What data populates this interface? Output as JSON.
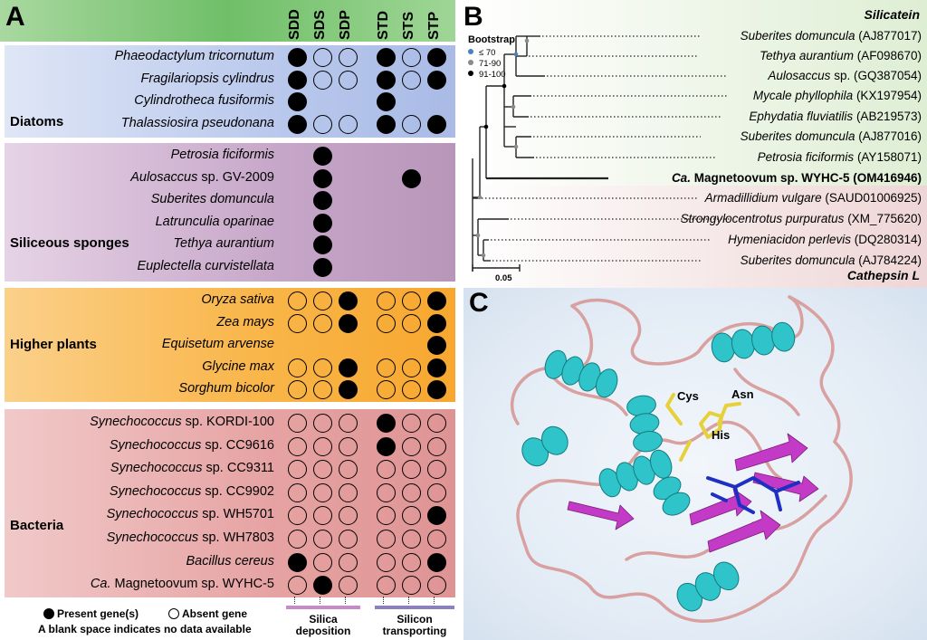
{
  "panelA": {
    "letter": "A",
    "columns": [
      "SDD",
      "SDS",
      "SDP",
      "STD",
      "STS",
      "STP"
    ],
    "groups": [
      {
        "id": "diatoms",
        "label": "Diatoms",
        "rows": [
          {
            "genus": "Phaeodactylum tricornutum",
            "suffix": "",
            "cells": [
              "P",
              "A",
              "A",
              "P",
              "A",
              "P"
            ]
          },
          {
            "genus": "Fragilariopsis cylindrus",
            "suffix": "",
            "cells": [
              "P",
              "A",
              "A",
              "P",
              "A",
              "P"
            ]
          },
          {
            "genus": "Cylindrotheca fusiformis",
            "suffix": "",
            "cells": [
              "P",
              "",
              "",
              "P",
              "",
              ""
            ]
          },
          {
            "genus": "Thalassiosira pseudonana",
            "suffix": "",
            "cells": [
              "P",
              "A",
              "A",
              "P",
              "A",
              "P"
            ]
          }
        ]
      },
      {
        "id": "sponges",
        "label": "Siliceous sponges",
        "rows": [
          {
            "genus": "Petrosia ficiformis",
            "suffix": "",
            "cells": [
              "",
              "P",
              "",
              "",
              "",
              ""
            ]
          },
          {
            "genus": "Aulosaccus",
            "suffix": " sp. GV-2009",
            "cells": [
              "",
              "P",
              "",
              "",
              "P",
              ""
            ]
          },
          {
            "genus": "Suberites domuncula",
            "suffix": "",
            "cells": [
              "",
              "P",
              "",
              "",
              "",
              ""
            ]
          },
          {
            "genus": "Latrunculia oparinae",
            "suffix": "",
            "cells": [
              "",
              "P",
              "",
              "",
              "",
              ""
            ]
          },
          {
            "genus": "Tethya aurantium",
            "suffix": "",
            "cells": [
              "",
              "P",
              "",
              "",
              "",
              ""
            ]
          },
          {
            "genus": "Euplectella curvistellata",
            "suffix": "",
            "cells": [
              "",
              "P",
              "",
              "",
              "",
              ""
            ]
          }
        ]
      },
      {
        "id": "plants",
        "label": "Higher plants",
        "rows": [
          {
            "genus": "Oryza sativa",
            "suffix": "",
            "cells": [
              "A",
              "A",
              "P",
              "A",
              "A",
              "P"
            ]
          },
          {
            "genus": "Zea mays",
            "suffix": "",
            "cells": [
              "A",
              "A",
              "P",
              "A",
              "A",
              "P"
            ]
          },
          {
            "genus": "Equisetum arvense",
            "suffix": "",
            "cells": [
              "",
              "",
              "",
              "",
              "",
              "P"
            ]
          },
          {
            "genus": "Glycine max",
            "suffix": "",
            "cells": [
              "A",
              "A",
              "P",
              "A",
              "A",
              "P"
            ]
          },
          {
            "genus": "Sorghum bicolor",
            "suffix": "",
            "cells": [
              "A",
              "A",
              "P",
              "A",
              "A",
              "P"
            ]
          }
        ]
      },
      {
        "id": "bacteria",
        "label": "Bacteria",
        "rows": [
          {
            "genus": "Synechococcus",
            "suffix": " sp. KORDI-100",
            "cells": [
              "A",
              "A",
              "A",
              "P",
              "A",
              "A"
            ]
          },
          {
            "genus": "Synechococcus",
            "suffix": " sp. CC9616",
            "cells": [
              "A",
              "A",
              "A",
              "P",
              "A",
              "A"
            ]
          },
          {
            "genus": "Synechococcus",
            "suffix": " sp. CC9311",
            "cells": [
              "A",
              "A",
              "A",
              "A",
              "A",
              "A"
            ]
          },
          {
            "genus": "Synechococcus",
            "suffix": " sp. CC9902",
            "cells": [
              "A",
              "A",
              "A",
              "A",
              "A",
              "A"
            ]
          },
          {
            "genus": "Synechococcus",
            "suffix": " sp. WH5701",
            "cells": [
              "A",
              "A",
              "A",
              "A",
              "A",
              "P"
            ]
          },
          {
            "genus": "Synechococcus",
            "suffix": " sp. WH7803",
            "cells": [
              "A",
              "A",
              "A",
              "A",
              "A",
              "A"
            ]
          },
          {
            "genus": "Bacillus cereus",
            "suffix": "",
            "cells": [
              "P",
              "A",
              "A",
              "A",
              "A",
              "P"
            ]
          },
          {
            "genus": "Ca.",
            "suffix": " Magnetoovum sp. WYHC-5",
            "cells": [
              "A",
              "P",
              "A",
              "A",
              "A",
              "A"
            ]
          }
        ]
      }
    ],
    "legend": {
      "present": "Present gene(s)",
      "absent": "Absent gene",
      "blank_note": "A blank space indicates no data available",
      "silica_line1": "Silica",
      "silica_line2": "deposition",
      "silicon_line1": "Silicon",
      "silicon_line2": "transporting",
      "silica_color": "#c98ac9",
      "silicon_color": "#8a80c8"
    }
  },
  "panelB": {
    "letter": "B",
    "clade_top": "Silicatein",
    "clade_bottom": "Cathepsin L",
    "bootstrap": {
      "title": "Bootstrap",
      "levels": [
        {
          "label": "≤ 70",
          "color": "#4a7fc1"
        },
        {
          "label": "71-90",
          "color": "#8a8a8a"
        },
        {
          "label": "91-100",
          "color": "#000000"
        }
      ]
    },
    "scale": "0.05",
    "leaves": [
      {
        "name": "Suberites domuncula",
        "acc": " (AJ877017)",
        "bold": false
      },
      {
        "name": "Tethya aurantium",
        "acc": " (AF098670)",
        "bold": false
      },
      {
        "name": "Aulosaccus",
        "acc": " sp. (GQ387054)",
        "bold": false
      },
      {
        "name": "Mycale phyllophila",
        "acc": " (KX197954)",
        "bold": false
      },
      {
        "name": "Ephydatia fluviatilis",
        "acc": " (AB219573)",
        "bold": false
      },
      {
        "name": "Suberites domuncula",
        "acc": " (AJ877016)",
        "bold": false
      },
      {
        "name": "Petrosia ficiformis",
        "acc": " (AY158071)",
        "bold": false
      },
      {
        "name": "Ca.",
        "acc": " Magnetoovum sp. WYHC-5 (OM416946)",
        "bold": true
      },
      {
        "name": "Armadillidium vulgare",
        "acc": " (SAUD01006925)",
        "bold": false
      },
      {
        "name": "Strongylocentrotus purpuratus",
        "acc": " (XM_775620)",
        "bold": false
      },
      {
        "name": "Hymeniacidon perlevis",
        "acc": " (DQ280314)",
        "bold": false
      },
      {
        "name": "Suberites domuncula",
        "acc": " (AJ784224)",
        "bold": false
      }
    ]
  },
  "panelC": {
    "letter": "C",
    "residues": [
      "Cys",
      "Asn",
      "His"
    ],
    "colors": {
      "helix": "#2fc4c9",
      "sheet": "#c23ac6",
      "loop": "#d9a0a0",
      "active_site": "#e6d13a",
      "ligand": "#1f2fc4"
    }
  }
}
